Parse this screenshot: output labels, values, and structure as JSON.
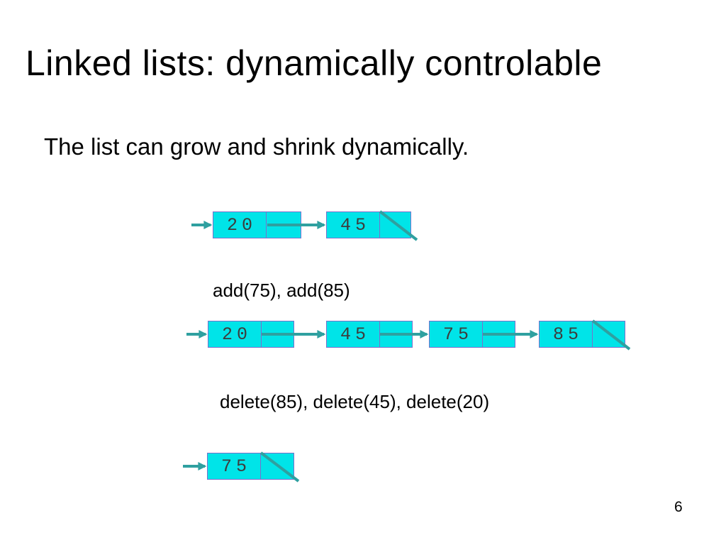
{
  "slide": {
    "title": "Linked lists: dynamically controlable",
    "subtitle": "The list can grow and shrink dynamically.",
    "page_number": "6"
  },
  "operations": {
    "add": "add(75), add(85)",
    "delete": "delete(85), delete(45), delete(20)"
  },
  "diagrams": {
    "initial": {
      "nodes": [
        {
          "value": "20",
          "next": "node"
        },
        {
          "value": "45",
          "next": "null"
        }
      ]
    },
    "after_add": {
      "nodes": [
        {
          "value": "20",
          "next": "node"
        },
        {
          "value": "45",
          "next": "node"
        },
        {
          "value": "75",
          "next": "node"
        },
        {
          "value": "85",
          "next": "null"
        }
      ]
    },
    "after_delete": {
      "nodes": [
        {
          "value": "75",
          "next": "null"
        }
      ]
    }
  },
  "colors": {
    "background": "#ffffff",
    "text": "#000000",
    "node_fill": "#00e4e8",
    "node_border": "#7a70cc",
    "node_text": "#3d3d3d",
    "arrow": "#2fa0a0"
  }
}
